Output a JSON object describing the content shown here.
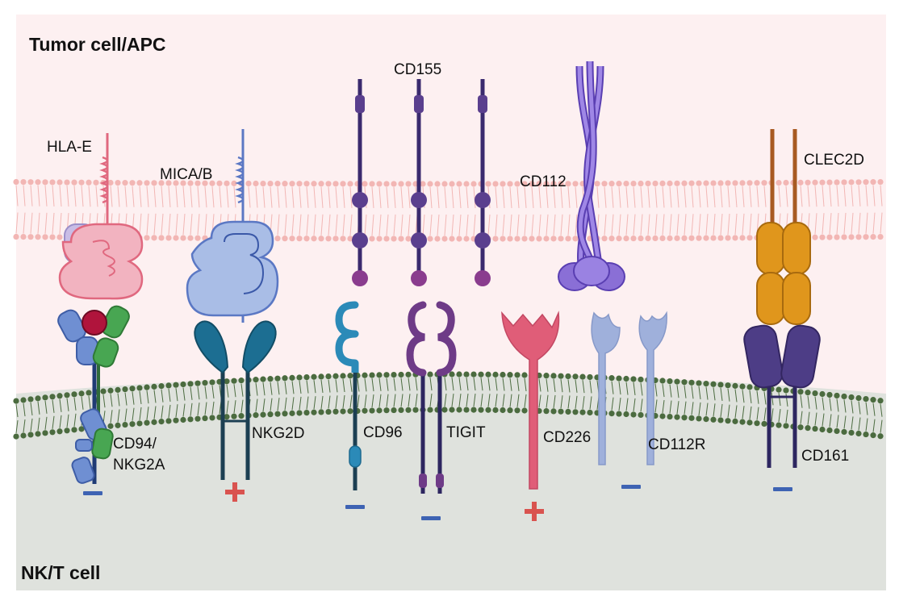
{
  "regions": {
    "top": "Tumor cell/APC",
    "bottom": "NK/T cell"
  },
  "ligands": {
    "hla_e": "HLA-E",
    "mica_b": "MICA/B",
    "cd155": "CD155",
    "cd112": "CD112",
    "clec2d": "CLEC2D"
  },
  "receptors": {
    "cd94_line1": "CD94/",
    "cd94_line2": "NKG2A",
    "nkg2d": "NKG2D",
    "cd96": "CD96",
    "tigit": "TIGIT",
    "cd226": "CD226",
    "cd112r": "CD112R",
    "cd161": "CD161"
  },
  "signals": [
    {
      "receptor": "CD94/NKG2A",
      "type": "inhibitory",
      "symbol": "minus"
    },
    {
      "receptor": "NKG2D",
      "type": "activating",
      "symbol": "plus"
    },
    {
      "receptor": "CD96",
      "type": "inhibitory",
      "symbol": "minus"
    },
    {
      "receptor": "TIGIT",
      "type": "inhibitory",
      "symbol": "minus"
    },
    {
      "receptor": "CD226",
      "type": "activating",
      "symbol": "plus"
    },
    {
      "receptor": "CD112R",
      "type": "inhibitory",
      "symbol": "minus"
    },
    {
      "receptor": "CD161",
      "type": "inhibitory",
      "symbol": "minus"
    }
  ],
  "colors": {
    "tumor_bg": "#fdf0f1",
    "nk_bg": "#dfe2dd",
    "tumor_membrane": "#f2b6b4",
    "nk_membrane": "#4b6b3f",
    "hla_e": "#e0687f",
    "mica": "#5b78c4",
    "cd155": "#3a2a6e",
    "cd155_dot": "#5a3f8e",
    "cd112": "#8a6fd6",
    "clec2d": "#a85a22",
    "clec2d_domain": "#e0961c",
    "cd161": "#4d3d86",
    "nkg2d": "#1c6e92",
    "cd96": "#2b8ab8",
    "tigit": "#6e3b87",
    "cd226": "#e05d78",
    "cd112r": "#9fb0db",
    "minus": "#3e63b3",
    "plus": "#d9534f"
  }
}
